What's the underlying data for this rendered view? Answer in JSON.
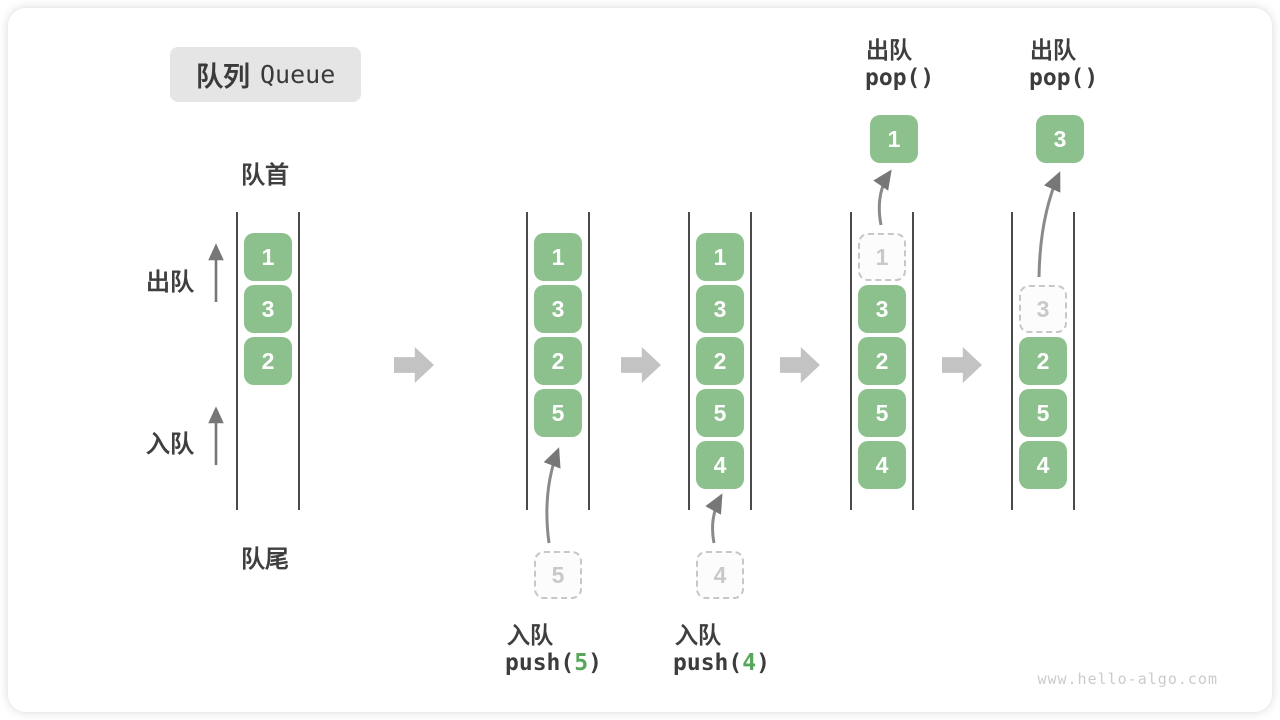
{
  "title": {
    "zh": "队列",
    "en": "Queue"
  },
  "labels": {
    "front": "队首",
    "rear": "队尾",
    "dequeue": "出队",
    "enqueue": "入队"
  },
  "states": [
    {
      "cells": [
        "1",
        "3",
        "2"
      ]
    },
    {
      "cells": [
        "1",
        "3",
        "2",
        "5"
      ],
      "incoming": "5"
    },
    {
      "cells": [
        "1",
        "3",
        "2",
        "5",
        "4"
      ],
      "incoming": "4"
    },
    {
      "cells": [
        "3",
        "2",
        "5",
        "4"
      ],
      "removed": "1",
      "popped": "1"
    },
    {
      "cells": [
        "2",
        "5",
        "4"
      ],
      "removed": "3",
      "popped": "3"
    }
  ],
  "operations": {
    "push5": {
      "label": "入队",
      "code_fn": "push(",
      "code_arg": "5",
      "code_close": ")"
    },
    "push4": {
      "label": "入队",
      "code_fn": "push(",
      "code_arg": "4",
      "code_close": ")"
    },
    "pop_a": {
      "label": "出队",
      "code": "pop()"
    },
    "pop_b": {
      "label": "出队",
      "code": "pop()"
    }
  },
  "watermark": "www.hello-algo.com",
  "colors": {
    "cell_green": "#8CC08C",
    "code_green": "#57A65A",
    "block_arrow_gray": "#C3C3C3",
    "thin_arrow_gray": "#8A8A8A",
    "title_box_bg": "#E5E5E5"
  }
}
